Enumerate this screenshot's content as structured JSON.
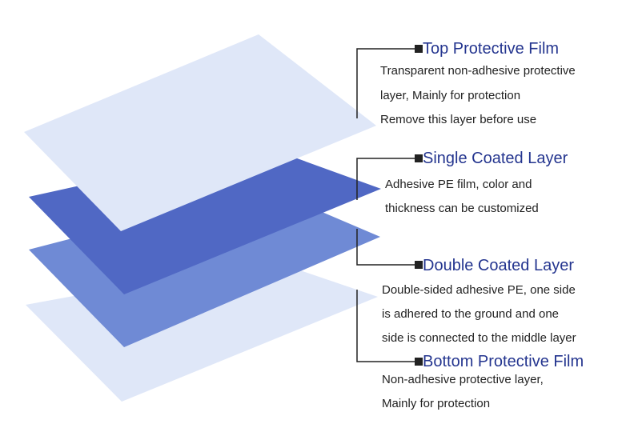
{
  "colors": {
    "light_film": "#dfe7f8",
    "single_coated": "#5068c4",
    "double_coated": "#6f8ad5",
    "heading_text": "#24358f",
    "leader_line": "#222222"
  },
  "layers": [
    {
      "id": "top",
      "title": "Top Protective Film",
      "lines": [
        "Transparent non-adhesive protective",
        "layer, Mainly for protection",
        "Remove this layer before use"
      ]
    },
    {
      "id": "single",
      "title": "Single Coated Layer",
      "lines": [
        "Adhesive PE film, color and",
        "thickness can be customized"
      ]
    },
    {
      "id": "double",
      "title": "Double Coated Layer",
      "lines": [
        "Double-sided adhesive PE, one side",
        "is adhered to the ground and one",
        "side is connected to the middle layer"
      ]
    },
    {
      "id": "bottom",
      "title": "Bottom Protective Film",
      "lines": [
        "Non-adhesive protective layer,",
        "Mainly for protection"
      ]
    }
  ]
}
